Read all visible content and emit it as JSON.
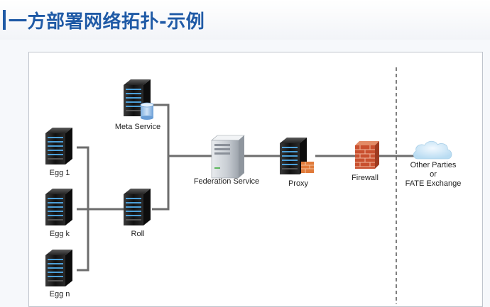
{
  "title": "一方部署网络拓扑-示例",
  "nodes": {
    "meta_service": "Meta Service",
    "egg_1": "Egg 1",
    "egg_k": "Egg k",
    "egg_n": "Egg n",
    "roll": "Roll",
    "federation_service": "Federation Service",
    "proxy": "Proxy",
    "firewall": "Firewall",
    "other_parties_line1": "Other Parties",
    "other_parties_line2": "or",
    "other_parties_line3": "FATE Exchange"
  },
  "colors": {
    "title": "#1f5aa6",
    "link": "#6d6d6d",
    "server_dark": "#1b1b1b",
    "brick": "#c9502f",
    "cloud": "#cfe6f5"
  },
  "icons": [
    "server-icon",
    "database-icon",
    "pc-server-icon",
    "firewall-icon",
    "cloud-icon"
  ]
}
